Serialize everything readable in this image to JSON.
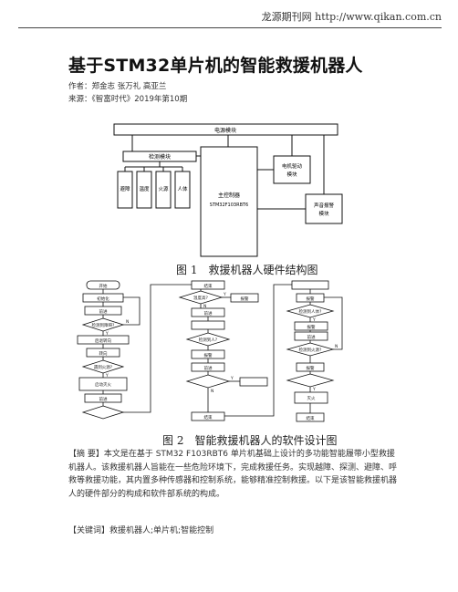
{
  "header": {
    "site": "龙源期刊网 http://www.qikan.com.cn"
  },
  "article": {
    "title": "基于STM32单片机的智能救援机器人",
    "authors": "作者：郑金志 张万礼 高亚兰",
    "source": "来源：《智富时代》2019年第10期"
  },
  "figure1": {
    "caption": "图 1　救援机器人硬件结构图",
    "power": "电源模块",
    "detect": "检测模块",
    "sensors": [
      "避障",
      "温度",
      "火源",
      "人体"
    ],
    "mcu": "主控制器",
    "mcu_model": "STM32F103RBT6",
    "motor": [
      "电机驱动",
      "模块"
    ],
    "alarm": [
      "声音报警",
      "模块"
    ]
  },
  "figure2": {
    "caption": "图 2　智能救援机器人的软件设计图",
    "col1": [
      "开始",
      "初始化",
      "前进",
      "检测到障碍?",
      "后退转向",
      "转向",
      "前进",
      "遇到火源?",
      "启动灭火",
      "前进"
    ],
    "col2": [
      "结束",
      "温度高?",
      "报警",
      "前进",
      "检测到人?",
      "报警",
      "前进",
      "结束"
    ],
    "col3": [
      "报警",
      "检测到人体?",
      "报警",
      "前进",
      "检测到火源?",
      "报警",
      "灭火",
      "结束"
    ],
    "yes": "Y",
    "no": "N"
  },
  "abstract": "【摘 要】本文是在基于 STM32 F103RBT6 单片机基础上设计的多功能智能履带小型救援机器人。该救援机器人旨能在一些危险环境下，完成救援任务。实现越障、探测、避障、呼救等救援功能，其内置多种传感器和控制系统，能够精准控制救援。以下是该智能救援机器人的硬件部分的构成和软件部系统的构成。",
  "keywords": "【关键词】救援机器人;单片机;智能控制"
}
